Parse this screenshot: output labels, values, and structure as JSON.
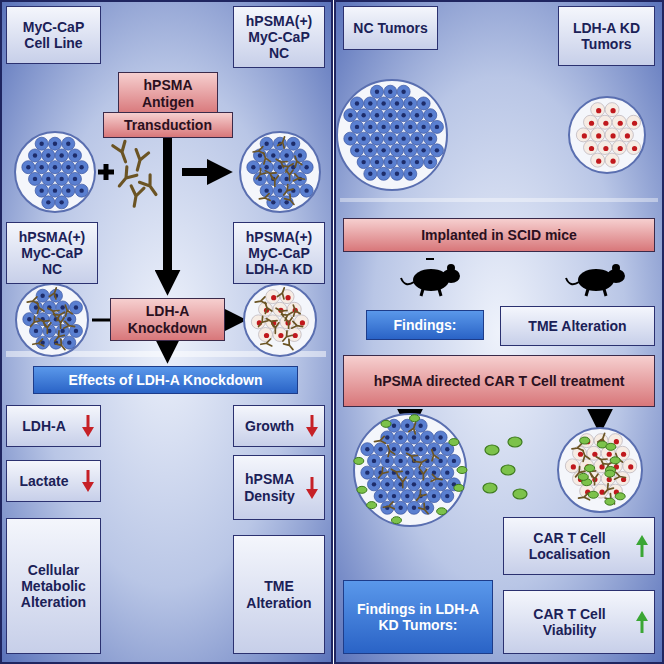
{
  "diagram": {
    "nodes": [
      {
        "text": [
          "MyC-CaP Cell Line"
        ]
      },
      {
        "text": [
          "hPSMA(+) MyC-CaP NC"
        ]
      },
      {
        "text": [
          "hPSMA Antigen"
        ]
      },
      {
        "text": [
          "Transduction"
        ]
      },
      {
        "text": [
          "hPSMA(+) MyC-CaP NC"
        ]
      },
      {
        "text": [
          "hPSMA(+) MyC-CaP LDH-A KD"
        ]
      },
      {
        "text": [
          "LDH-A Knockdown"
        ]
      },
      {
        "text": [
          "Effects of LDH-A Knockdown"
        ]
      },
      {
        "text": [
          "LDH-A"
        ]
      },
      {
        "text": [
          "Growth"
        ]
      },
      {
        "text": [
          "Lactate"
        ]
      },
      {
        "text": [
          "hPSMA Density"
        ]
      },
      {
        "text": [
          "Cellular Metabolic Alteration"
        ]
      },
      {
        "text": [
          "TME Alteration"
        ]
      },
      {
        "text": [
          "NC Tumors"
        ]
      },
      {
        "text": [
          "LDH-A KD Tumors"
        ]
      },
      {
        "text": [
          "Implanted in SCID mice"
        ]
      },
      {
        "text": [
          "Findings:"
        ]
      },
      {
        "text": [
          "TME Alteration"
        ]
      },
      {
        "text": [
          "hPSMA directed CAR T Cell treatment"
        ]
      },
      {
        "text": [
          "Findings in LDH-A KD Tumors:"
        ]
      },
      {
        "text": [
          "CAR T Cell Localisation"
        ]
      },
      {
        "text": [
          "CAR T Cell Viability"
        ]
      }
    ],
    "edges": [
      {
        "from": 3,
        "to": 6,
        "arrow": "to"
      },
      {
        "from": 6,
        "to": 7,
        "arrow": "to"
      }
    ]
  }
}
